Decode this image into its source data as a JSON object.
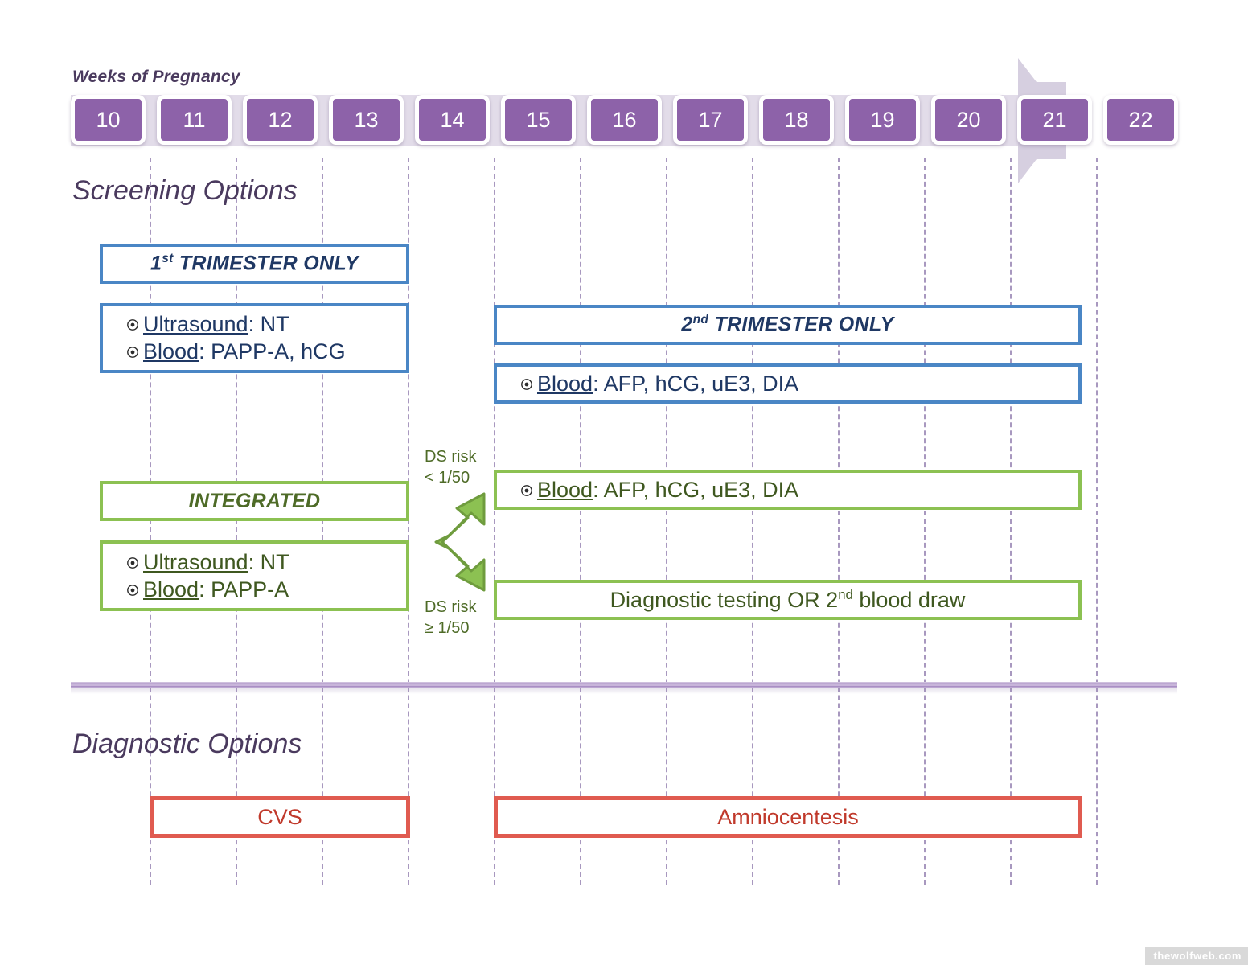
{
  "timeline": {
    "label": "Weeks of Pregnancy",
    "weeks": [
      "10",
      "11",
      "12",
      "13",
      "14",
      "15",
      "16",
      "17",
      "18",
      "19",
      "20",
      "21",
      "22"
    ],
    "arrow_icon": "right-arrow-icon",
    "box_color": "#8d62a9",
    "band_color": "#e2dce9"
  },
  "sections": {
    "screening_heading": "Screening Options",
    "diagnostic_heading": "Diagnostic Options"
  },
  "screening": {
    "first_trimester": {
      "title_main": "1",
      "title_sup": "st",
      "title_rest": " TRIMESTER ONLY",
      "items": [
        {
          "label": "Ultrasound",
          "value": ": NT"
        },
        {
          "label": "Blood",
          "value": ": PAPP-A, hCG"
        }
      ],
      "color": "#4a86c5"
    },
    "second_trimester": {
      "title_main": "2",
      "title_sup": "nd",
      "title_rest": " TRIMESTER ONLY",
      "items": [
        {
          "label": "Blood",
          "value": ": AFP, hCG, uE3, DIA"
        }
      ],
      "color": "#4a86c5"
    },
    "integrated": {
      "title": "INTEGRATED",
      "items": [
        {
          "label": "Ultrasound",
          "value": ": NT"
        },
        {
          "label": "Blood",
          "value": ": PAPP-A"
        }
      ],
      "color": "#8cc152"
    },
    "risk_branch": {
      "icon": "split-arrow-icon",
      "upper_label_line1": "DS risk",
      "upper_label_line2": "< 1/50",
      "lower_label_line1": "DS risk",
      "lower_label_line2": "≥ 1/50",
      "color": "#8cc152"
    },
    "integrated_low_risk": {
      "items": [
        {
          "label": "Blood",
          "value": ": AFP, hCG, uE3, DIA"
        }
      ],
      "color": "#8cc152"
    },
    "integrated_high_risk": {
      "text_main": "Diagnostic testing OR 2",
      "text_sup": "nd",
      "text_rest": " blood draw",
      "color": "#8cc152"
    }
  },
  "diagnostic": {
    "cvs": {
      "label": "CVS",
      "color": "#e05b50"
    },
    "amniocentesis": {
      "label": "Amniocentesis",
      "color": "#e05b50"
    }
  },
  "watermark": {
    "text": "thewolfweb.com"
  },
  "bullet_icon": "circled-dot-bullet-icon"
}
